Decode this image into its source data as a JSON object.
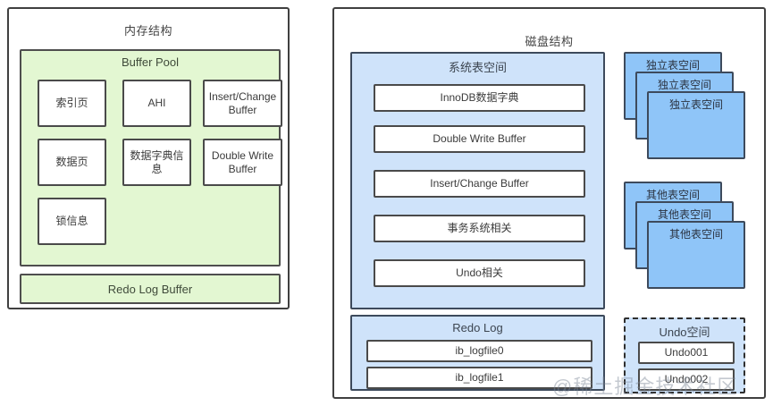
{
  "memory": {
    "title": "内存结构",
    "buffer_pool": {
      "title": "Buffer Pool",
      "cells": [
        {
          "label": "索引页"
        },
        {
          "label": "AHI"
        },
        {
          "label": "Insert/Change Buffer"
        },
        {
          "label": "数据页"
        },
        {
          "label": "数据字典信息"
        },
        {
          "label": "Double Write Buffer"
        },
        {
          "label": "锁信息"
        }
      ]
    },
    "redo_log_buffer": "Redo Log Buffer"
  },
  "disk": {
    "title": "磁盘结构",
    "system_tablespace": {
      "title": "系统表空间",
      "items": [
        "InnoDB数据字典",
        "Double Write Buffer",
        "Insert/Change Buffer",
        "事务系统相关",
        "Undo相关"
      ]
    },
    "redo_log": {
      "title": "Redo Log",
      "items": [
        "ib_logfile0",
        "ib_logfile1"
      ]
    },
    "independent_tablespace": {
      "label": "独立表空间",
      "count": 3
    },
    "other_tablespace": {
      "label": "其他表空间",
      "count": 3
    },
    "undo_space": {
      "title": "Undo空间",
      "items": [
        "Undo001",
        "Undo002"
      ]
    }
  },
  "watermark": "@稀土掘金技术社区",
  "colors": {
    "memory_fill": "#e3f7d2",
    "disk_fill": "#cfe3fa",
    "stack_fill": "#8fc5f8",
    "border": "#4a4a4a",
    "panel_border": "#404040"
  }
}
